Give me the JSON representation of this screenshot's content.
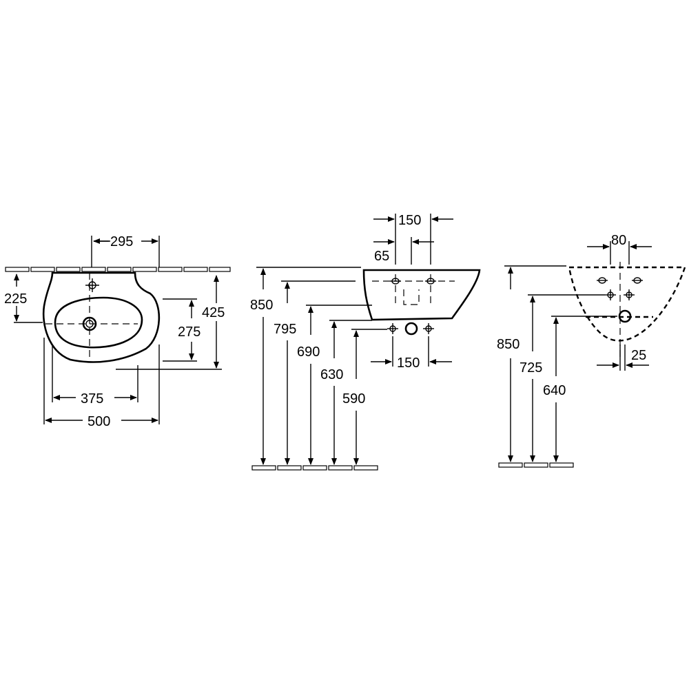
{
  "views": {
    "top": {
      "dim_295": "295",
      "dim_225": "225",
      "dim_425": "425",
      "dim_275": "275",
      "dim_375": "375",
      "dim_500": "500"
    },
    "front": {
      "dim_150_top": "150",
      "dim_65": "65",
      "dim_850": "850",
      "dim_795": "795",
      "dim_690": "690",
      "dim_630": "630",
      "dim_590": "590",
      "dim_150_bottom": "150"
    },
    "side": {
      "dim_80": "80",
      "dim_850": "850",
      "dim_725": "725",
      "dim_640": "640",
      "dim_25": "25"
    }
  }
}
